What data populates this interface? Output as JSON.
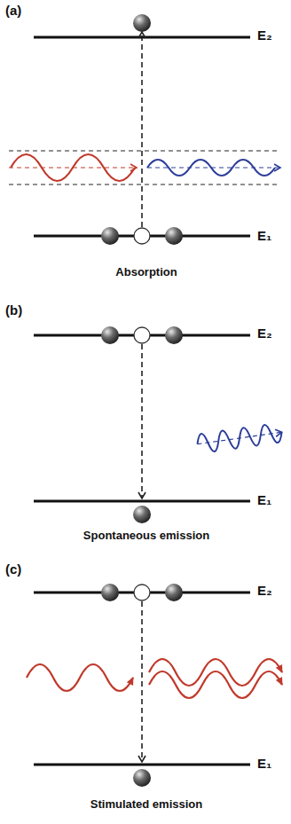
{
  "diagram": {
    "labels": [
      "(a)",
      "E₂",
      "E₁",
      "Absorption",
      "(b)",
      "E₂",
      "E₁",
      "Spontaneous emission",
      "(c)",
      "E₂",
      "E₁",
      "Stimulated emission"
    ]
  }
}
